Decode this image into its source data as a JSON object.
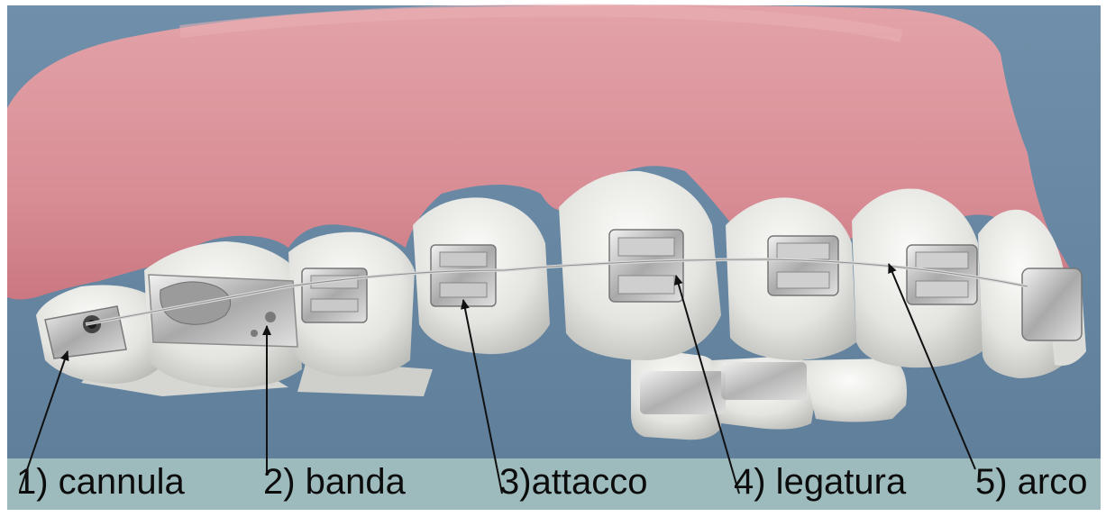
{
  "labels": {
    "cannula": "1) cannula",
    "banda": "2) banda",
    "attacco": "3)attacco",
    "legatura": "4) legatura",
    "arco": "5) arco"
  },
  "colors": {
    "background": "#6d8ca8",
    "gum": "#d99098",
    "tooth": "#e6e6e2",
    "metal": "#b9b9b9",
    "label_band": "#9dbbbd",
    "arrow": "#111111"
  }
}
